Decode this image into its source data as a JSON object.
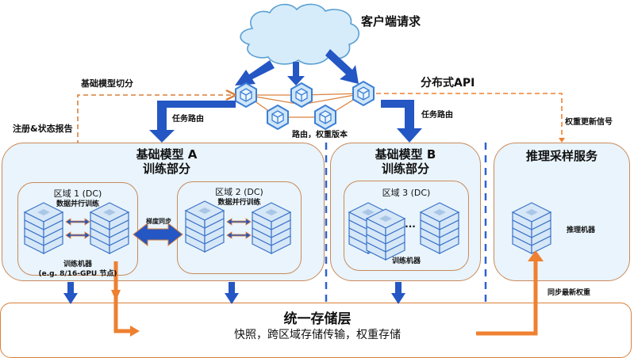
{
  "title": "客户端请求",
  "api": {
    "label": "分布式API",
    "routing_label": "路由，权重版本"
  },
  "edges": {
    "model_split": "基础模型切分",
    "register_status": "注册&状态报告",
    "task_routing_left": "任务路由",
    "task_routing_right": "任务路由",
    "weight_update_signal": "权重更新信号",
    "gradient_sync": "梯度同步",
    "sync_latest_weights": "同步最新权重"
  },
  "model_a": {
    "title_line1": "基础模型 A",
    "title_line2": "训练部分",
    "region1": {
      "title": "区域 1 (DC)",
      "subtitle": "数据并行训练",
      "machines_label": "训练机器",
      "machines_note": "(e.g. 8/16-GPU 节点)"
    },
    "region2": {
      "title": "区域 2 (DC)",
      "subtitle": "数据并行训练"
    }
  },
  "model_b": {
    "title_line1": "基础模型 B",
    "title_line2": "训练部分",
    "region3": {
      "title": "区域 3 (DC)",
      "ellipsis": "...",
      "machines_label": "训练机器"
    }
  },
  "inference": {
    "title": "推理采样服务",
    "machines_label": "推理机器"
  },
  "storage": {
    "title": "统一存储层",
    "subtitle": "快照，跨区域存储传输，权重存储"
  },
  "colors": {
    "blue_arrow": "#2456c4",
    "orange": "#ee8030",
    "box_border": "#c98a5a",
    "box_fill": "#e9f4fc",
    "cloud_fill": "#d6ecfa",
    "cloud_stroke": "#5a9fd4",
    "server_stroke": "#3a73c9",
    "server_fill": "#d4e6f7",
    "divider_blue": "#2e62d0"
  }
}
